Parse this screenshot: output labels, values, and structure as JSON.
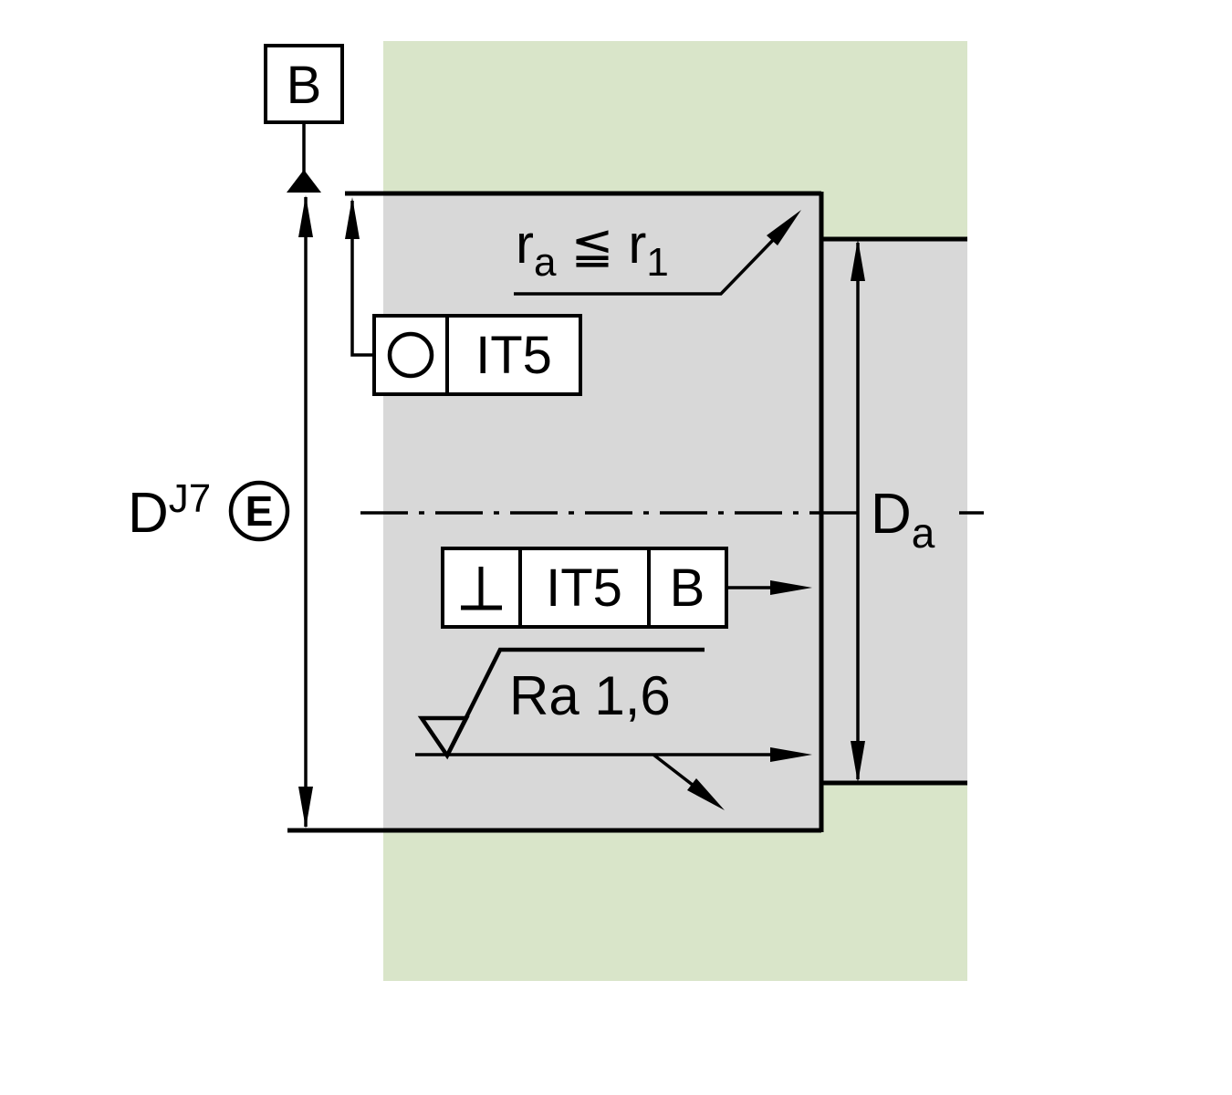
{
  "diagram": {
    "name": "Housing bore tolerance and fit diagram",
    "colors": {
      "housing_green": "#d9e5c9",
      "bore_gray": "#d8d8d8",
      "line_black": "#000000",
      "frame_white": "#ffffff"
    },
    "datum_flag": {
      "label": "B"
    },
    "bore_dimension": {
      "base": "D",
      "superscript": "J7",
      "envelope_modifier": "E"
    },
    "abutment_dimension": {
      "base": "D",
      "subscript": "a"
    },
    "fillet_note": {
      "left_base": "r",
      "left_sub": "a",
      "operator": "≦",
      "right_base": "r",
      "right_sub": "1"
    },
    "roundness_frame": {
      "symbol_icon": "circularity-circle",
      "tolerance": "IT5"
    },
    "perpendicularity_frame": {
      "symbol_icon": "perpendicular",
      "tolerance": "IT5",
      "datum": "B"
    },
    "roughness_note": {
      "symbol_icon": "machined-surface-check",
      "value": "Ra 1,6"
    }
  }
}
